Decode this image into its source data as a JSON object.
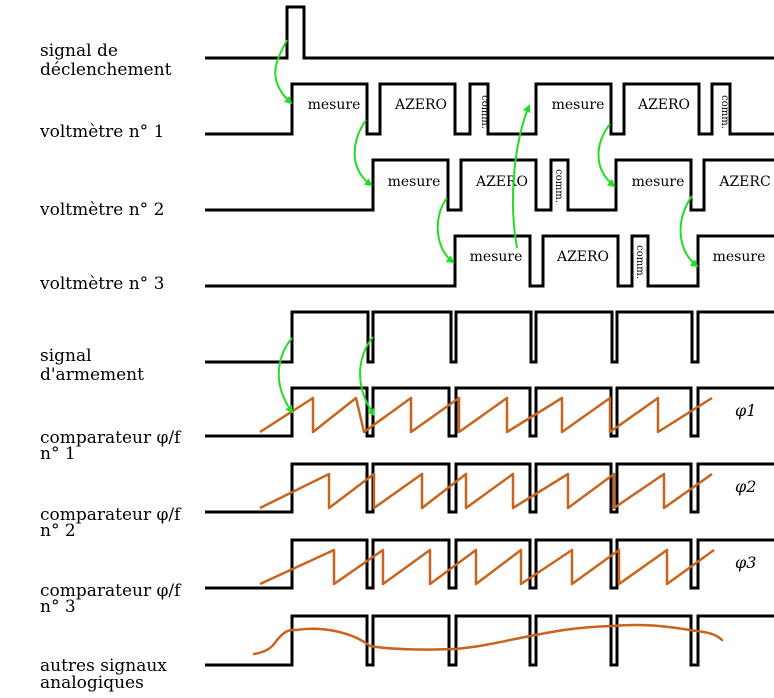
{
  "labels": {
    "trigger": [
      "signal de",
      "déclenchement"
    ],
    "voltmeter1": "voltmètre n° 1",
    "voltmeter2": "voltmètre n° 2",
    "voltmeter3": "voltmètre n° 3",
    "arming": [
      "signal",
      "d'armement"
    ],
    "comparator1": [
      "comparateur φ/f",
      "n° 1"
    ],
    "comparator2": [
      "comparateur φ/f",
      "n° 2"
    ],
    "comparator3": [
      "comparateur φ/f",
      "n° 3"
    ],
    "analog": [
      "autres signaux",
      "analogiques"
    ]
  },
  "blocks": {
    "mesure": "mesure",
    "azero": "AZERO",
    "comm": "comm.",
    "azero_cut": "AZERC"
  },
  "phase_labels": [
    "φ1",
    "φ2",
    "φ3"
  ],
  "colors": {
    "signal": "#000000",
    "ramp": "#c8641e",
    "arrow": "#22dd22"
  }
}
